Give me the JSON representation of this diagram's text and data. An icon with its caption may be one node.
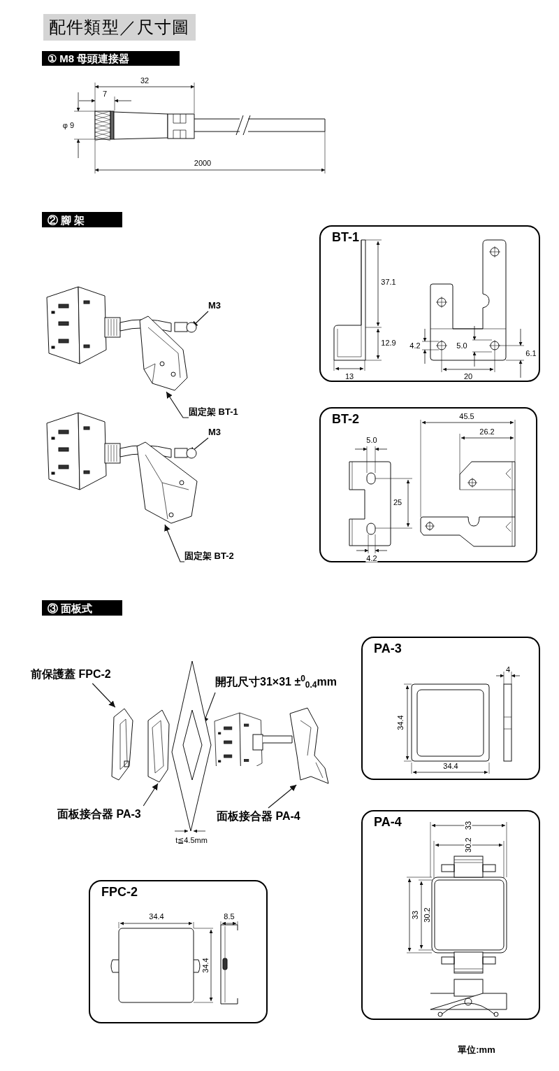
{
  "diagram": {
    "title": "配件類型／尺寸圖",
    "nodes": [
      {
        "text": [
          "① M8 母頭連接器"
        ]
      },
      {
        "text": [
          "② 腳 架"
        ]
      },
      {
        "text": [
          "③ 面板式"
        ]
      },
      {
        "text": [
          "BT-1"
        ]
      },
      {
        "text": [
          "BT-2"
        ]
      },
      {
        "text": [
          "PA-3"
        ]
      },
      {
        "text": [
          "PA-4"
        ]
      },
      {
        "text": [
          "FPC-2"
        ]
      },
      {
        "text": [
          "M3"
        ]
      },
      {
        "text": [
          "固定架 BT-1"
        ]
      },
      {
        "text": [
          "M3"
        ]
      },
      {
        "text": [
          "固定架 BT-2"
        ]
      },
      {
        "text": [
          "前保護蓋 FPC-2"
        ]
      },
      {
        "text": [
          "開孔尺寸31×31 ±$^{0}$$_{0.4}$mm"
        ]
      },
      {
        "text": [
          "面板接合器 PA-3"
        ]
      },
      {
        "text": [
          "面板接合器 PA-4"
        ]
      },
      {
        "text": [],
        "shape": "picture"
      },
      {
        "text": [],
        "shape": "picture"
      },
      {
        "text": [],
        "shape": "picture"
      },
      {
        "text": [],
        "shape": "picture"
      },
      {
        "text": [],
        "shape": "picture"
      },
      {
        "text": [],
        "shape": "picture"
      }
    ],
    "edges": [
      {
        "from": 8,
        "to": null,
        "arrow": "to"
      },
      {
        "from": 9,
        "to": 20,
        "arrow": "to"
      },
      {
        "from": 10,
        "to": null,
        "arrow": "to"
      },
      {
        "from": 11,
        "to": 21,
        "arrow": "to"
      },
      {
        "from": 12,
        "to": 16,
        "arrow": "to"
      },
      {
        "from": 13,
        "to": 18,
        "arrow": "to"
      },
      {
        "from": 14,
        "to": 17,
        "arrow": "to"
      },
      {
        "from": 15,
        "to": 19,
        "arrow": "to"
      }
    ],
    "labels": [
      "32",
      "7",
      "φ 9",
      "2000",
      "37.1",
      "12.9",
      "13",
      "4.2",
      "5.0",
      "6.1",
      "20",
      "5.0",
      "45.5",
      "26.2",
      "25",
      "4.2",
      "t≦4.5mm",
      "4",
      "34.4",
      "34.4",
      "33",
      "30.2",
      "33",
      "30.2",
      "34.4",
      "8.5",
      "34.4",
      "單位:mm"
    ]
  }
}
